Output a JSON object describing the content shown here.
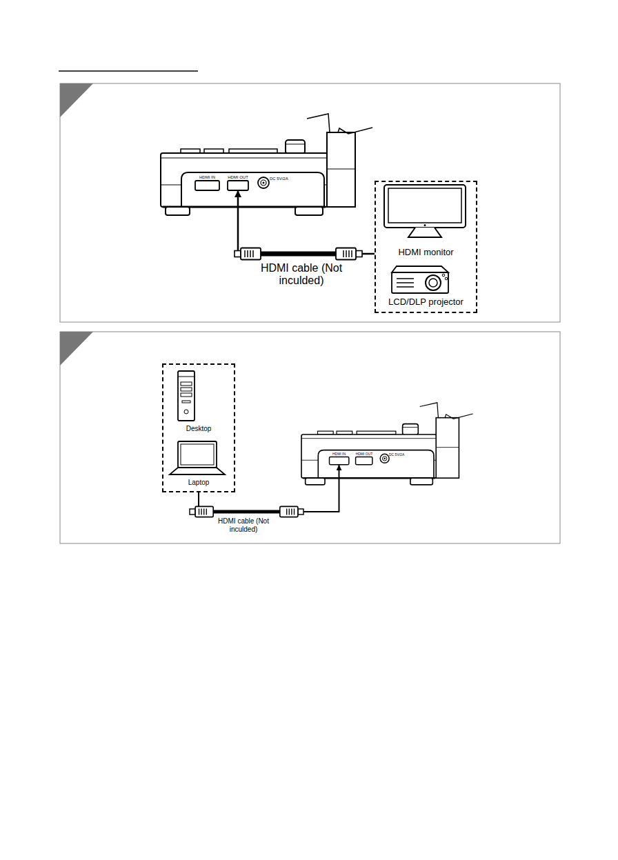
{
  "diagram": {
    "nodes": [
      {
        "text": [
          "HDMI IN"
        ]
      },
      {
        "text": [
          "HDMI OUT"
        ]
      },
      {
        "text": [
          "DC 5V/2A"
        ]
      },
      {
        "text": [
          "HDMI monitor",
          "LCD/DLP projector"
        ]
      },
      {
        "text": [
          "Desktop",
          "Laptop"
        ]
      },
      {
        "text": [
          "HDMI IN"
        ]
      },
      {
        "text": [
          "HDMI OUT"
        ]
      },
      {
        "text": [
          "DC 5V/2A"
        ]
      }
    ],
    "edges": [
      {
        "from": 3,
        "to": 1,
        "arrow": "to",
        "label": "HDMI cable (Not inculded)"
      },
      {
        "from": 4,
        "to": 5,
        "arrow": "to",
        "label": "HDMI cable (Not inculded)"
      }
    ]
  }
}
